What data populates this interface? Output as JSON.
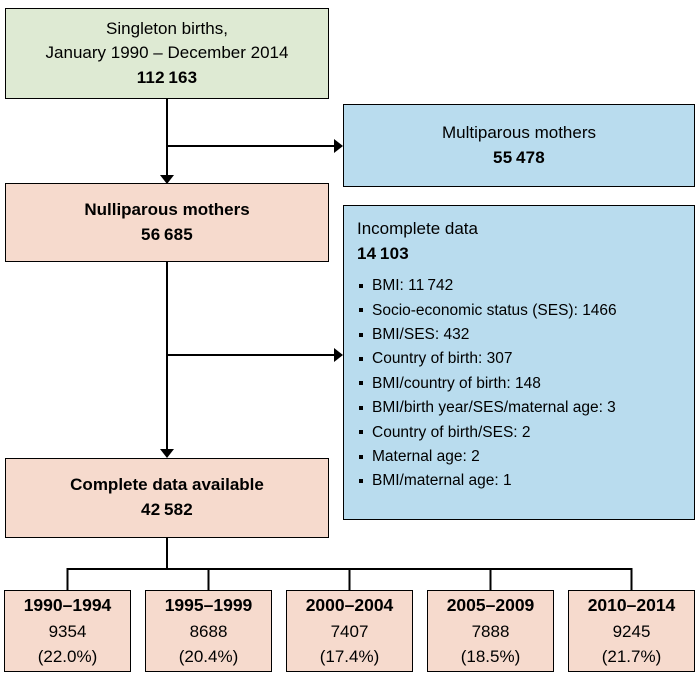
{
  "figure": {
    "type": "flowchart",
    "title": "Study population flow"
  },
  "boxes": {
    "singleton": {
      "line1": "Singleton births,",
      "line2": "January 1990 – December 2014",
      "count": "112 163"
    },
    "multiparous": {
      "label": "Multiparous mothers",
      "count": "55 478"
    },
    "nulliparous": {
      "label": "Nulliparous mothers",
      "count": "56 685"
    },
    "incomplete": {
      "label": "Incomplete data",
      "count": "14 103",
      "items": [
        "BMI: 11 742",
        "Socio-economic status (SES): 1466",
        "BMI/SES: 432",
        "Country of birth: 307",
        "BMI/country of birth: 148",
        "BMI/birth year/SES/maternal age: 3",
        "Country of birth/SES: 2",
        "Maternal age: 2",
        "BMI/maternal age: 1"
      ]
    },
    "complete": {
      "label": "Complete data available",
      "count": "42 582"
    },
    "cohorts": [
      {
        "range": "1990–1994",
        "count": "9354",
        "pct": "(22.0%)"
      },
      {
        "range": "1995–1999",
        "count": "8688",
        "pct": "(20.4%)"
      },
      {
        "range": "2000–2004",
        "count": "7407",
        "pct": "(17.4%)"
      },
      {
        "range": "2005–2009",
        "count": "7888",
        "pct": "(18.5%)"
      },
      {
        "range": "2010–2014",
        "count": "9245",
        "pct": "(21.7%)"
      }
    ]
  },
  "colors": {
    "green": "#deead3",
    "blue": "#b9dcee",
    "pink": "#f6dacd",
    "line": "#000000"
  }
}
